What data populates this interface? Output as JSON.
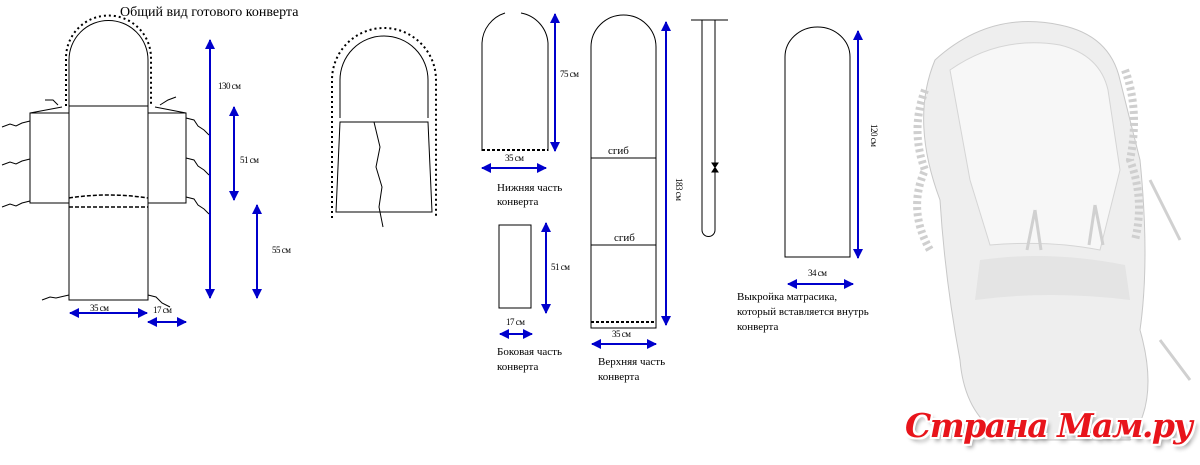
{
  "overview": {
    "title": "Общий вид готового конверта",
    "dim_total_height": "130 см",
    "dim_middle": "51 см",
    "dim_lower": "55 см",
    "dim_width": "35 см",
    "dim_side": "17 см"
  },
  "pieces": {
    "bottom": {
      "height": "75 см",
      "width": "35 см",
      "label_line1": "Нижняя часть",
      "label_line2": "конверта"
    },
    "side": {
      "height": "51 см",
      "width": "17 см",
      "label_line1": "Боковая часть",
      "label_line2": "конверта"
    },
    "top": {
      "height": "183 см",
      "width": "35 см",
      "fold1": "сгиб",
      "fold2": "сгиб",
      "label_line1": "Верхняя часть",
      "label_line2": "конверта"
    },
    "mattress": {
      "height": "120 см",
      "width": "34 см",
      "label_line1": "Выкройка матрасика,",
      "label_line2": "который вставляется внутрь",
      "label_line3": "конверта"
    }
  },
  "watermark": "Страна Мам.ру",
  "colors": {
    "dimension": "#0000cc",
    "watermark": "#e8141b"
  }
}
